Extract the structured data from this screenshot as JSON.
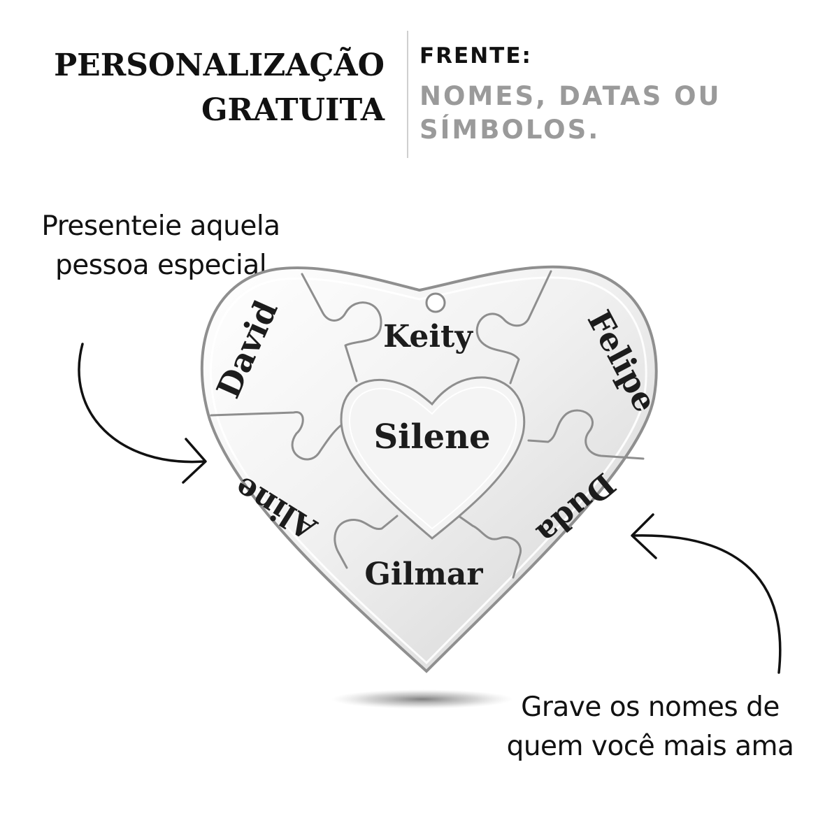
{
  "header": {
    "headline_line1": "PERSONALIZAÇÃO",
    "headline_line2": "GRATUITA",
    "front_label": "FRENTE:",
    "front_desc_line1": "NOMES, DATAS OU",
    "front_desc_line2": "SÍMBOLOS."
  },
  "callouts": {
    "left_line1": "Presenteie aquela",
    "left_line2": "pessoa especial",
    "right_line1": "Grave os nomes de",
    "right_line2": "quem você mais ama"
  },
  "pendant": {
    "names": {
      "center": "Silene",
      "top": "Keity",
      "top_left": "David",
      "top_right": "Felipe",
      "bottom_left": "Aline",
      "bottom": "Gilmar",
      "bottom_right": "Duda"
    }
  },
  "colors": {
    "text": "#111111",
    "muted": "#9a9a9a",
    "metal_light": "#fdfdfd",
    "metal_dark": "#9c9c9c",
    "engraving": "#1c1c1c"
  }
}
